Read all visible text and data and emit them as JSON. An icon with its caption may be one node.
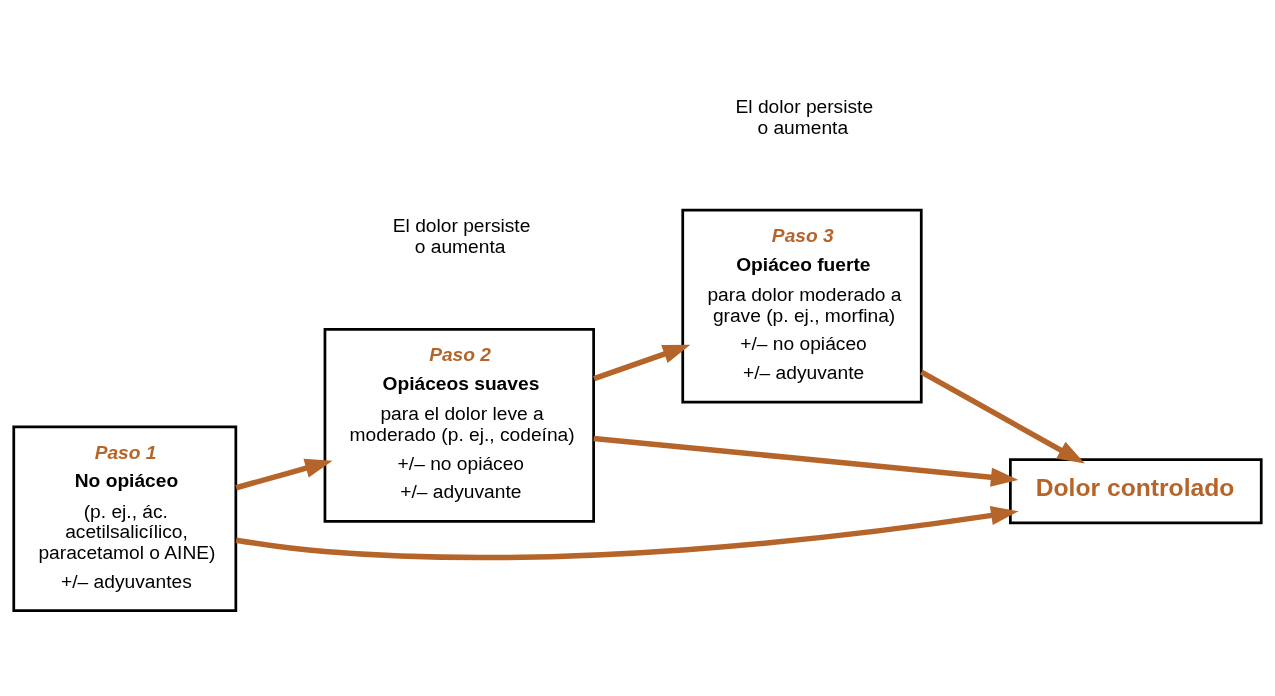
{
  "diagram": {
    "nodes": [
      {
        "text": [
          "Paso 1",
          "No opiáceo",
          "(p. ej., ác. acetilsalicílico, paracetamol o AINE)",
          "+/– adyuvantes"
        ]
      },
      {
        "text": [
          "Paso 2",
          "Opiáceos suaves",
          "para el dolor leve a moderado (p. ej., codeína)",
          "+/– no opiáceo",
          "+/– adyuvante"
        ]
      },
      {
        "text": [
          "Paso 3",
          "Opiáceo fuerte",
          "para dolor moderado a grave (p. ej., morfina)",
          "+/– no opiáceo",
          "+/– adyuvante"
        ]
      },
      {
        "text": [
          "Dolor controlado"
        ]
      }
    ],
    "edges": [
      {
        "from": 0,
        "to": 1,
        "arrow": "to"
      },
      {
        "from": 1,
        "to": 2,
        "arrow": "to"
      },
      {
        "from": 0,
        "to": 3,
        "arrow": "to"
      },
      {
        "from": 1,
        "to": 3,
        "arrow": "to"
      },
      {
        "from": 2,
        "to": 3,
        "arrow": "to"
      }
    ],
    "labels": [
      "El dolor persiste o aumenta",
      "El dolor persiste o aumenta"
    ]
  }
}
